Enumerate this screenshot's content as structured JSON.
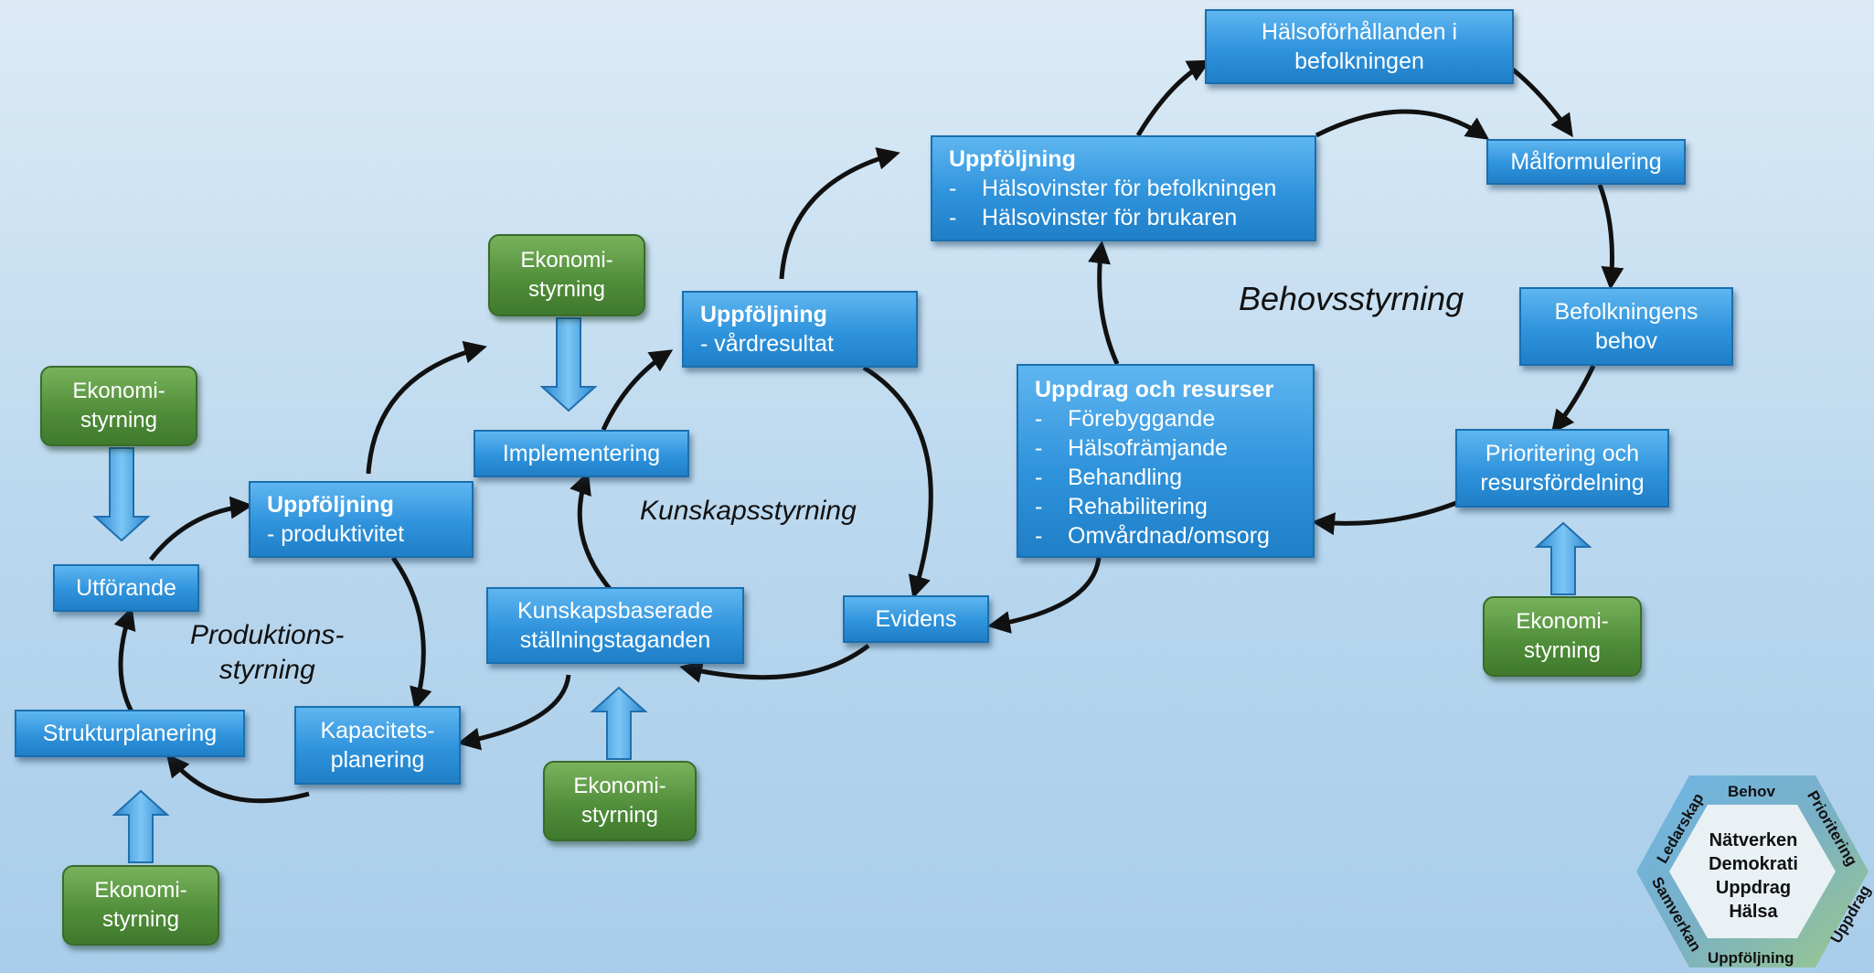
{
  "boxes": {
    "halso": {
      "line1": "Hälsoförhållanden i",
      "line2": "befolkningen"
    },
    "malform": {
      "text": "Målformulering"
    },
    "befbehov": {
      "line1": "Befolkningens",
      "line2": "behov"
    },
    "prio": {
      "line1": "Prioritering och",
      "line2": "resursfördelning"
    },
    "uppdrag": {
      "title": "Uppdrag och resurser",
      "items": [
        "Förebyggande",
        "Hälsofrämjande",
        "Behandling",
        "Rehabilitering",
        "Omvårdnad/omsorg"
      ]
    },
    "uppf_halso": {
      "title": "Uppföljning",
      "items": [
        "Hälsovinster för befolkningen",
        "Hälsovinster för brukaren"
      ]
    },
    "evidens": {
      "text": "Evidens"
    },
    "uppf_vard": {
      "title": "Uppföljning",
      "sub": "- vårdresultat"
    },
    "implement": {
      "text": "Implementering"
    },
    "kunskap": {
      "line1": "Kunskapsbaserade",
      "line2": "ställningstaganden"
    },
    "uppf_prod": {
      "title": "Uppföljning",
      "sub": "- produktivitet"
    },
    "utforande": {
      "text": "Utförande"
    },
    "struktur": {
      "text": "Strukturplanering"
    },
    "kapacitet": {
      "line1": "Kapacitets-",
      "line2": "planering"
    }
  },
  "green": {
    "line1": "Ekonomi-",
    "line2": "styrning"
  },
  "dash": "-",
  "labels": {
    "behov": "Behovsstyrning",
    "kunskap": "Kunskapsstyrning",
    "prod1": "Produktions-",
    "prod2": "styrning"
  },
  "hexagon": {
    "center": [
      "Nätverken",
      "Demokrati",
      "Uppdrag",
      "Hälsa"
    ],
    "edges": {
      "top": "Behov",
      "top_right": "Prioritering",
      "bottom_right": "Uppdrag",
      "bottom": "Uppföljning",
      "bottom_left": "Samverkan",
      "top_left": "Ledarskap"
    }
  },
  "colors": {
    "box_blue": "#2f93dc",
    "green": "#4f8c39",
    "arrow": "#111111",
    "background": "#c6dff1"
  }
}
